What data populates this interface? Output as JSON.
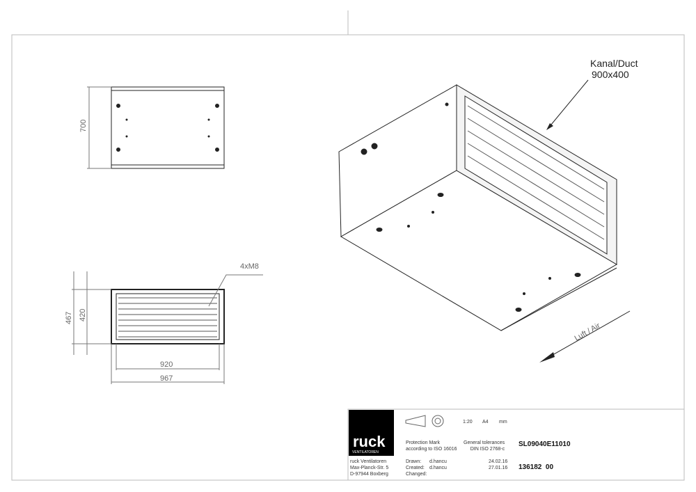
{
  "drawing": {
    "duct_label": "Kanal/Duct",
    "duct_size": "900x400",
    "airflow_label": "Luft / Air",
    "dim_height_top": "700",
    "dim_outer_height": "467",
    "dim_inner_height": "420",
    "dim_inner_width": "920",
    "dim_outer_width": "967",
    "thread_note": "4xM8"
  },
  "title_block": {
    "logo_text": "ruck",
    "logo_subtext": "VENTILATOREN",
    "company": [
      "ruck Ventilatoren",
      "Max-Planck-Str. 5",
      "D-97944 Boxberg"
    ],
    "scale": "1:20",
    "paper": "A4",
    "unit": "mm",
    "protection": "Protection Mark\naccording to ISO 16016",
    "tolerances": "General tolerances\nDIN ISO 2768-c",
    "drawn_label": "Drawn:",
    "drawn_by": "d.hancu",
    "drawn_date": "24.02.16",
    "created_label": "Created:",
    "created_by": "d.hancu",
    "created_date": "27.01.16",
    "changed_label": "Changed:",
    "drawing_number": "SL09040E11010",
    "article_number": "136182  00"
  }
}
